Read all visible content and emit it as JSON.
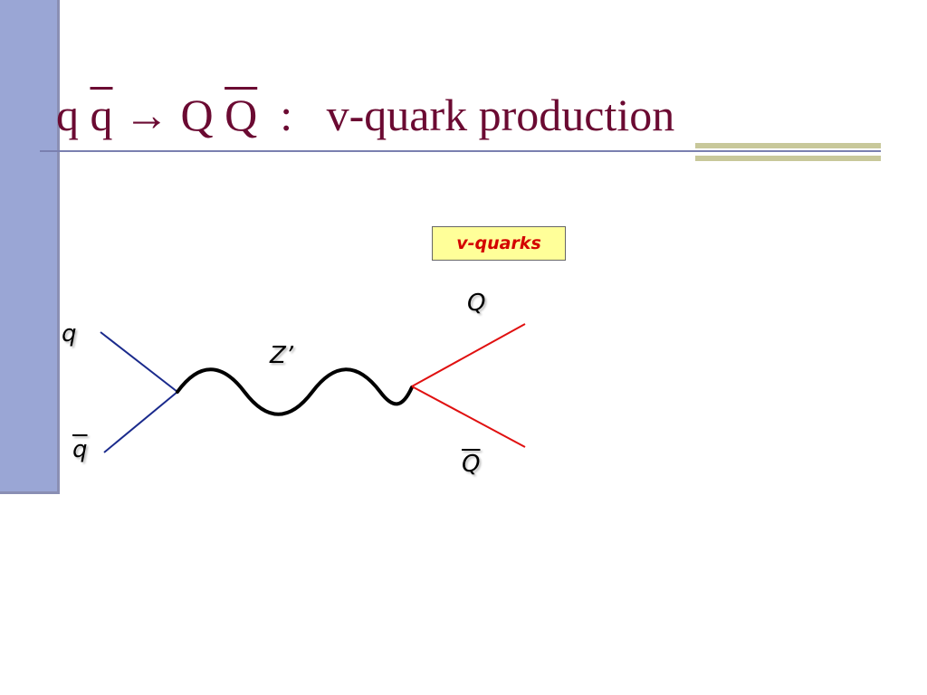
{
  "title": {
    "q1": "q",
    "qbar": "q",
    "arrow": "→",
    "Q1": "Q",
    "Qbar": "Q",
    "colon": ":",
    "rest": "v-quark production"
  },
  "label_box": "v-quarks",
  "particles": {
    "q": "q",
    "qbar": "q",
    "zprime": "Z’",
    "Q": "Q",
    "Qbar": "Q"
  },
  "colors": {
    "title": "#6b0a32",
    "incoming_lines": "#1a2a8c",
    "outgoing_lines": "#e01010",
    "propagator": "#000000",
    "label_box_bg": "#ffff99",
    "label_box_text": "#d40000",
    "sidebar": "#9aa6d5"
  }
}
